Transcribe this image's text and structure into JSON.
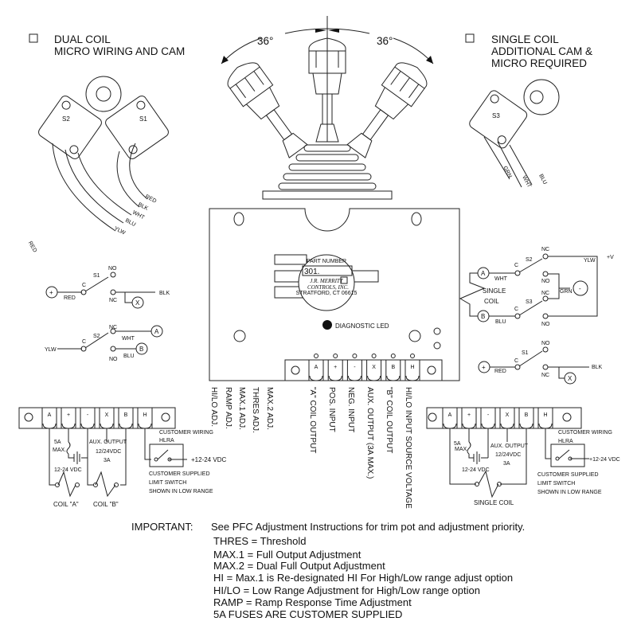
{
  "header_left": {
    "checked": false,
    "line1": "DUAL COIL",
    "line2": "MICRO WIRING AND CAM"
  },
  "header_right": {
    "checked": false,
    "line1": "SINGLE COIL",
    "line2": "ADDITIONAL CAM &",
    "line3": "MICRO REQUIRED"
  },
  "joystick": {
    "angle_left": "36°",
    "angle_right": "36°"
  },
  "dual_microswitches": {
    "s2": "S2",
    "s1": "S1",
    "wires": [
      "RED",
      "BLK",
      "WHT",
      "BLU",
      "YLW"
    ]
  },
  "single_microswitch": {
    "s3": "S3",
    "wires": [
      "GRN",
      "WHT",
      "BLU"
    ]
  },
  "board": {
    "part_number_label": "PART NUMBER",
    "part_number_value": "301.",
    "logo": [
      "J.R. MERRITT",
      "CONTROLS, INC.",
      "STRATFORD, CT 06615"
    ],
    "diagnostic_led": "DIAGNOSTIC LED",
    "terminals": [
      "A",
      "+",
      "-",
      "X",
      "B",
      "H"
    ],
    "adjust_labels": [
      "HI/LO ADJ.",
      "RAMP ADJ.",
      "MAX.1 ADJ.",
      "THRES ADJ.",
      "MAX.2 ADJ."
    ],
    "terminal_labels": [
      "\"A\" COIL OUTPUT",
      "POS. INPUT",
      "NEG. INPUT",
      "AUX. OUTPUT (3A MAX.)",
      "\"B\" COIL OUTPUT",
      "HI/LO INPUT SOURCE VOLTAGE"
    ]
  },
  "schematic_dual": {
    "s1": {
      "name": "S1",
      "c": "C",
      "no": "NO",
      "nc": "NC",
      "plus": "+",
      "red": "RED",
      "blk": "BLK",
      "x": "X"
    },
    "s2": {
      "name": "S2",
      "c": "C",
      "no": "NO",
      "nc": "NC",
      "ylw": "YLW",
      "wht": "WHT",
      "blu": "BLU",
      "a": "A",
      "b": "B"
    }
  },
  "schematic_single": {
    "a": "A",
    "b": "B",
    "wht": "WHT",
    "blu": "BLU",
    "coil1": "SINGLE",
    "coil2": "COIL",
    "s2": "S2",
    "s3": "S3",
    "c": "C",
    "nc": "NC",
    "no": "NO",
    "ylw": "YLW",
    "plus_v": "+V",
    "grn": "GRN",
    "minus": "-",
    "s1": {
      "name": "S1",
      "c": "C",
      "no": "NO",
      "nc": "NC",
      "plus": "+",
      "red": "RED",
      "blk": "BLK",
      "x": "X"
    }
  },
  "wiring_dual": {
    "terminals": [
      "A",
      "+",
      "-",
      "X",
      "B",
      "H"
    ],
    "fuse1": "5A",
    "fuse2": "MAX.",
    "supply": "12-24 VDC",
    "aux1": "AUX. OUTPUT",
    "aux2": "12/24VDC",
    "aux3": "3A",
    "customer_wiring": "CUSTOMER WIRING",
    "hlra": "HLRA",
    "vin": "+12-24 VDC",
    "supplied1": "CUSTOMER SUPPLIED",
    "supplied2": "LIMIT SWITCH",
    "supplied3": "SHOWN IN LOW RANGE",
    "coil_a": "COIL \"A\"",
    "coil_b": "COIL \"B\""
  },
  "wiring_single": {
    "terminals": [
      "A",
      "+",
      "-",
      "X",
      "B",
      "H"
    ],
    "fuse1": "5A",
    "fuse2": "MAX.",
    "supply": "12-24 VDC",
    "aux1": "AUX. OUTPUT",
    "aux2": "12/24VDC",
    "aux3": "3A",
    "customer_wiring": "CUSTOMER WIRING",
    "hlra": "HLRA",
    "vin": "+12-24 VDC",
    "supplied1": "CUSTOMER SUPPLIED",
    "supplied2": "LIMIT SWITCH",
    "supplied3": "SHOWN IN LOW RANGE",
    "coil": "SINGLE COIL"
  },
  "notes": {
    "label": "IMPORTANT:",
    "lines": [
      "See PFC Adjustment Instructions for trim pot and adjustment priority.",
      "THRES = Threshold",
      "MAX.1 = Full Output Adjustment",
      "MAX.2 = Dual Full Output Adjustment",
      "HI = Max.1 is Re-designated HI For High/Low range adjust option",
      "HI/LO = Low Range Adjustment for High/Low range option",
      "RAMP = Ramp Response Time Adjustment",
      "5A FUSES ARE CUSTOMER SUPPLIED"
    ]
  }
}
